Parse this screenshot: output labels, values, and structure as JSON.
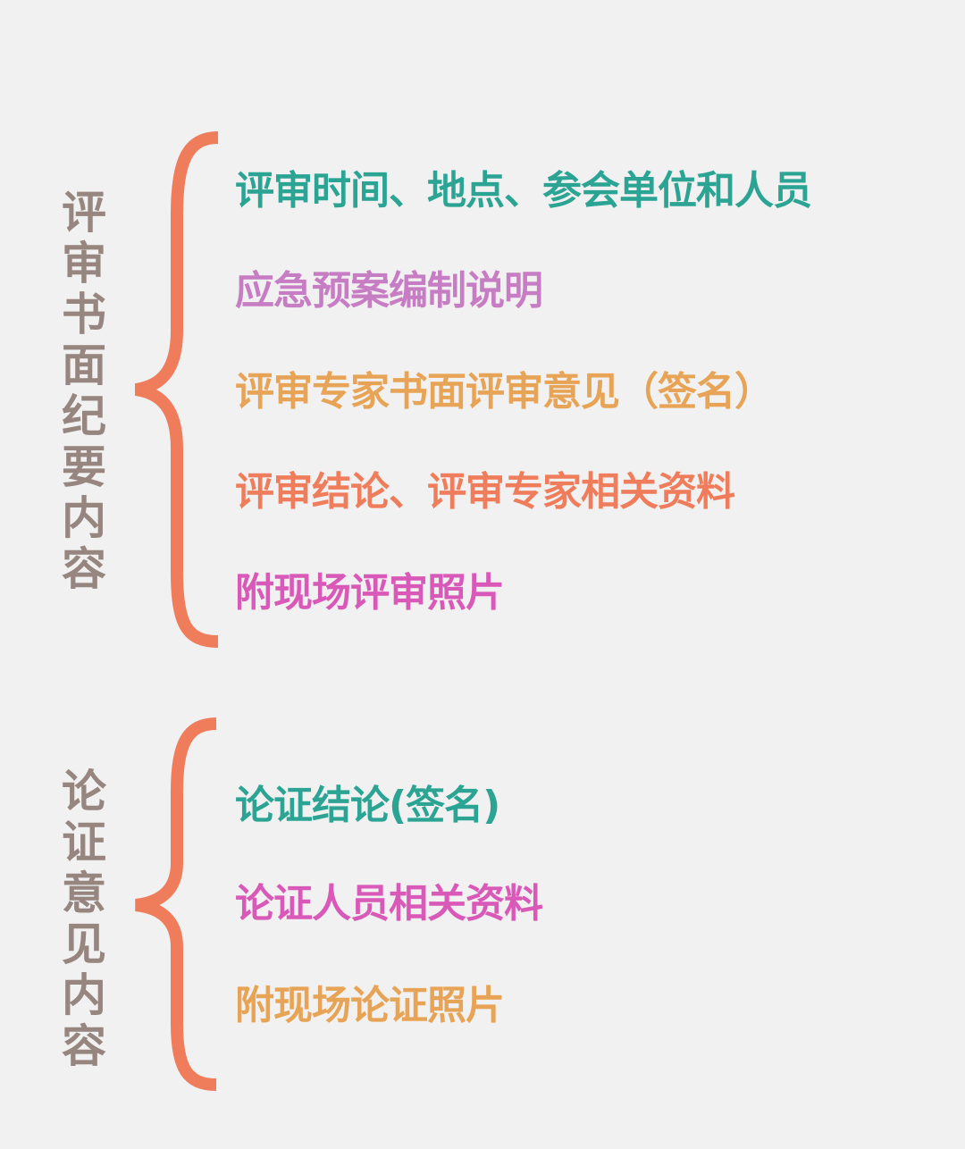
{
  "colors": {
    "background": "#f2f1f1",
    "brace": "#ef7d5c",
    "label": "#978680",
    "teal": "#2ba494",
    "violet": "#c77dc4",
    "gold": "#e7a456",
    "coral": "#ef7d5c",
    "magenta": "#d959b8"
  },
  "groups": [
    {
      "label": "评审书面纪要内容",
      "label_chars": [
        "评",
        "审",
        "书",
        "面",
        "纪",
        "要",
        "内",
        "容"
      ],
      "items": [
        {
          "text": "评审时间、地点、参会单位和人员",
          "color": "#2ba494"
        },
        {
          "text": "应急预案编制说明",
          "color": "#c77dc4"
        },
        {
          "text": "评审专家书面评审意见（签名）",
          "color": "#e7a456"
        },
        {
          "text": "评审结论、评审专家相关资料",
          "color": "#ef7d5c"
        },
        {
          "text": "附现场评审照片",
          "color": "#d959b8"
        }
      ]
    },
    {
      "label": "论证意见内容",
      "label_chars": [
        "论",
        "证",
        "意",
        "见",
        "内",
        "容"
      ],
      "items": [
        {
          "text": "论证结论(签名)",
          "color": "#2ba494"
        },
        {
          "text": "论证人员相关资料",
          "color": "#d959b8"
        },
        {
          "text": "附现场论证照片",
          "color": "#e7a456"
        }
      ]
    }
  ]
}
